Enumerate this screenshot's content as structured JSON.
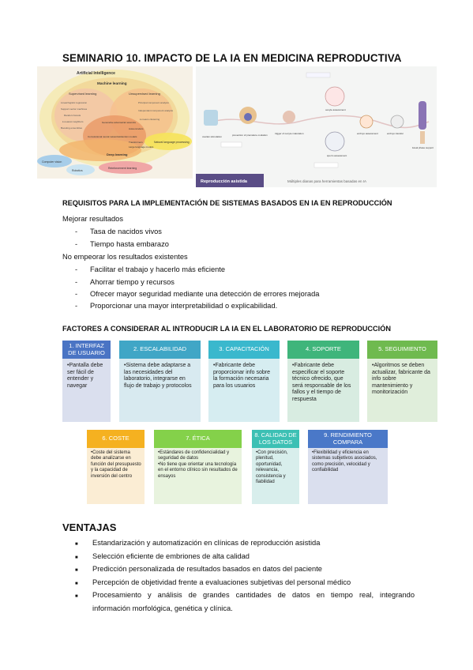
{
  "title": "SEMINARIO 10. IMPACTO DE LA IA EN MEDICINA REPRODUCTIVA",
  "venn": {
    "outer": "Artificial Intelligence",
    "ml": "Machine learning",
    "supervised": "Supervised learning",
    "unsupervised": "Unsupervised learning",
    "items_left": [
      "Linear/logistic regression",
      "Support vector machines",
      "Random forests",
      "k-nearest neighbors",
      "Boosting ensembles"
    ],
    "items_right": [
      "Principal component analysis",
      "Independent component analysis",
      "k-means clustering"
    ],
    "center1": "Generative adversarial networks",
    "center2": "Autoencoders",
    "conv": "Convolutional neural networks",
    "att": "Attention models",
    "transf": "Transformers",
    "llm": "Large language models",
    "deep": "Deep learning",
    "nlp": "Natural language processing",
    "cv": "Computer vision",
    "robotics": "Robotics",
    "rl": "Reinforcement learning"
  },
  "workflow": {
    "footer_label": "Reproducción asistida",
    "footer_text": "Múltiples dianas para herramientas basadas en IA",
    "steps": [
      "ovarian stimulation",
      "prevention of premature ovulation",
      "trigger of oocyte maturation",
      "oocyte assessment",
      "sperm assessment",
      "embryo assessment",
      "embryo transfer",
      "luteal phase support"
    ]
  },
  "section1": {
    "heading": "REQUISITOS PARA LA IMPLEMENTACIÓN DE SISTEMAS BASADOS EN IA EN REPRODUCCIÓN",
    "group1": "Mejorar resultados",
    "group1_items": [
      "Tasa de nacidos vivos",
      "Tiempo hasta embarazo"
    ],
    "group2": "No empeorar los resultados existentes",
    "group2_items": [
      "Facilitar el trabajo y hacerlo más eficiente",
      "Ahorrar tiempo y recursos",
      "Ofrecer mayor seguridad mediante una detección de errores mejorada",
      "Proporcionar una mayor interpretabilidad o explicabilidad."
    ]
  },
  "section2": {
    "heading": "FACTORES A CONSIDERAR AL INTRODUCIR LA IA EN EL LABORATORIO DE REPRODUCCIÓN",
    "row1": [
      {
        "title": "1. INTERFAZ DE USUARIO",
        "body": "•Pantalla debe ser fácil de entender y navegar",
        "color": "#4a74c4",
        "bg": "#dadfee"
      },
      {
        "title": "2. ESCALABILIDAD",
        "body": "•Sistema debe adaptarse a las necesidades del laboratorio, integrarse en flujo de trabajo y protocolos",
        "color": "#40a6c6",
        "bg": "#d8eaf0"
      },
      {
        "title": "3. CAPACITACIÓN",
        "body": "•Fabricante debe proporcionar info sobre la formación necesaria para los usuarios",
        "color": "#3ab8cd",
        "bg": "#d6edf1"
      },
      {
        "title": "4. SOPORTE",
        "body": "•Fabricante debe especificar el soporte técnico ofrecido, que será responsable de los fallos y el tiempo de respuesta",
        "color": "#3fb57b",
        "bg": "#d8ece1"
      },
      {
        "title": "5. SEGUIMIENTO",
        "body": "•Algoritmos se deben actualizar, fabricante da info sobre mantenimiento y monitorización",
        "color": "#6fba4f",
        "bg": "#e0eedb"
      }
    ],
    "row2": [
      {
        "title": "6. COSTE",
        "body": "•Coste del sistema debe analizarse en función del presupuesto y la capacidad de inversión del centro",
        "color": "#f5b120",
        "bg": "#fbedd4"
      },
      {
        "title": "7. ÉTICA",
        "body": "•Estándares de confidencialidad y seguridad de datos\n•No tiene que orientar una tecnología en el entorno clínico sin resultados de ensayos",
        "color": "#84d14a",
        "bg": "#e8f3de"
      },
      {
        "title": "8. CALIDAD DE LOS DATOS",
        "body": "•Con precisión, plenitud, oportunidad, relevancia, consistencia y fiabilidad",
        "color": "#3cc0b4",
        "bg": "#d8eeec"
      },
      {
        "title": "9. RENDIMIENTO COMPARA",
        "body": "•Flexibilidad y eficiencia en sistemas subjetivos asociados, como precisión, velocidad y confiabilidad",
        "color": "#4a78c8",
        "bg": "#dadfee"
      }
    ]
  },
  "section3": {
    "heading": "VENTAJAS",
    "items": [
      "Estandarización y automatización en clínicas de reproducción asistida",
      "Selección eficiente de embriones de alta calidad",
      "Predicción personalizada de resultados basados en datos del paciente",
      "Percepción de objetividad frente a evaluaciones subjetivas del personal médico",
      "Procesamiento y análisis de grandes cantidades de datos en tiempo real, integrando",
      "información morfológica, genética y clínica."
    ]
  }
}
